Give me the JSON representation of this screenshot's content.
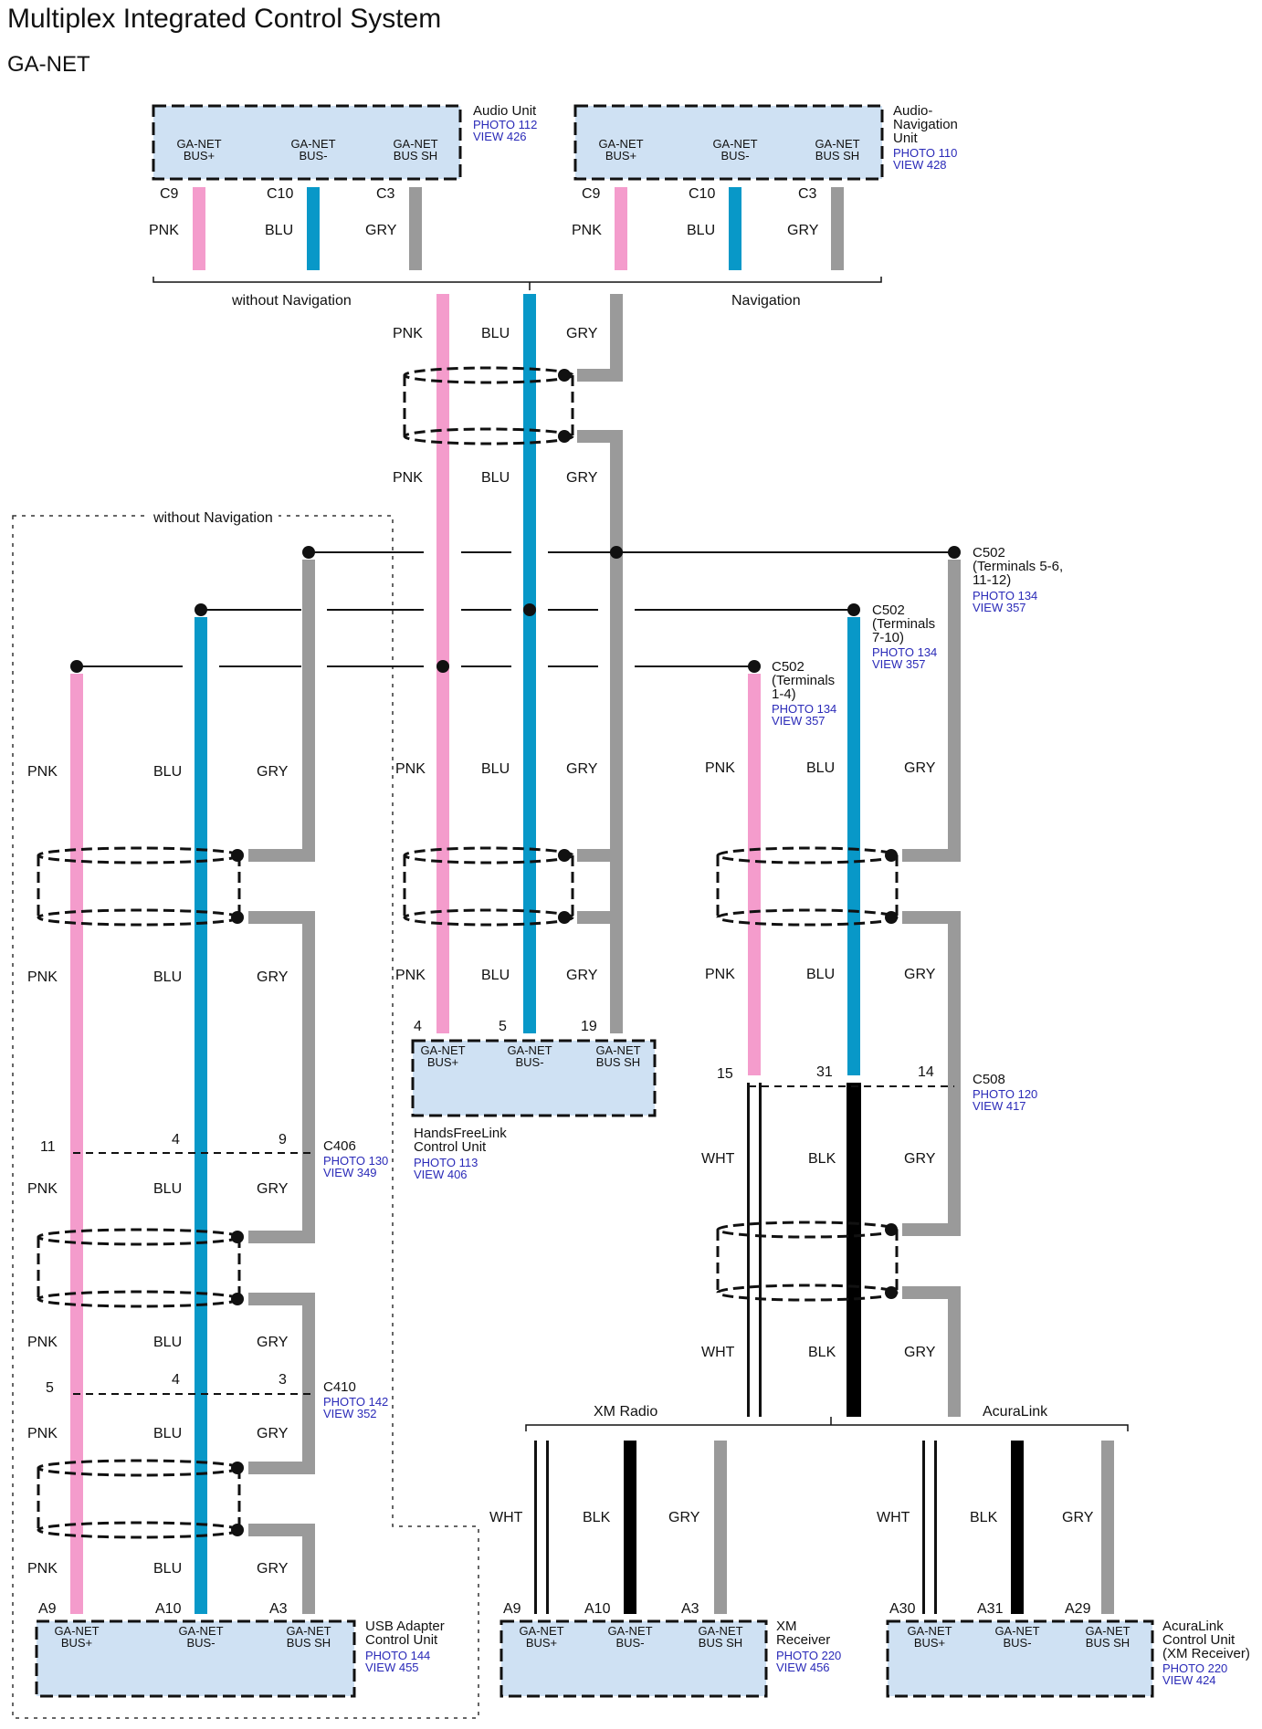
{
  "title": "Multiplex Integrated Control System",
  "subtitle": "GA-NET",
  "colors": {
    "PNK": "#f49ccc",
    "BLU": "#0898c8",
    "GRY": "#9a9a9a",
    "WHT": "#ffffff",
    "BLK": "#000000",
    "box_fill": "#cfe1f3",
    "link": "#2a2ab8"
  },
  "wire_labels": {
    "pnk": "PNK",
    "blu": "BLU",
    "gry": "GRY",
    "wht": "WHT",
    "blk": "BLK"
  },
  "pins": {
    "bus_plus": "GA-NET\nBUS+",
    "bus_minus": "GA-NET\nBUS-",
    "bus_sh": "GA-NET\nBUS SH"
  },
  "components": {
    "audio_unit": {
      "name": [
        "Audio Unit"
      ],
      "photo": "PHOTO 112",
      "view": "VIEW 426",
      "connectors": [
        "C9",
        "C10",
        "C3"
      ]
    },
    "audio_nav_unit": {
      "name": [
        "Audio-",
        "Navigation",
        "Unit"
      ],
      "photo": "PHOTO 110",
      "view": "VIEW 428",
      "connectors": [
        "C9",
        "C10",
        "C3"
      ]
    },
    "hfl": {
      "name": [
        "HandsFreeLink",
        "Control Unit"
      ],
      "photo": "PHOTO 113",
      "view": "VIEW 406",
      "terminals": [
        "4",
        "5",
        "19"
      ]
    },
    "usb": {
      "name": [
        "USB Adapter",
        "Control Unit"
      ],
      "photo": "PHOTO 144",
      "view": "VIEW 455",
      "terminals": [
        "A9",
        "A10",
        "A3"
      ]
    },
    "xm": {
      "name": [
        "XM",
        "Receiver"
      ],
      "photo": "PHOTO 220",
      "view": "VIEW 456",
      "terminals": [
        "A9",
        "A10",
        "A3"
      ]
    },
    "acuralink": {
      "name": [
        "AcuraLink",
        "Control Unit",
        "(XM Receiver)"
      ],
      "photo": "PHOTO 220",
      "view": "VIEW 424",
      "terminals": [
        "A30",
        "A31",
        "A29"
      ]
    }
  },
  "connectors": {
    "c502a": {
      "name": [
        "C502",
        "(Terminals 5-6,",
        "11-12)"
      ],
      "photo": "PHOTO 134",
      "view": "VIEW 357"
    },
    "c502b": {
      "name": [
        "C502",
        "(Terminals",
        "7-10)"
      ],
      "photo": "PHOTO 134",
      "view": "VIEW 357"
    },
    "c502c": {
      "name": [
        "C502",
        "(Terminals",
        "1-4)"
      ],
      "photo": "PHOTO 134",
      "view": "VIEW 357"
    },
    "c508": {
      "name": [
        "C508"
      ],
      "photo": "PHOTO 120",
      "view": "VIEW 417",
      "terminals": [
        "15",
        "31",
        "14"
      ]
    },
    "c406": {
      "name": [
        "C406"
      ],
      "photo": "PHOTO 130",
      "view": "VIEW 349",
      "terminals": [
        "11",
        "4",
        "9"
      ]
    },
    "c410": {
      "name": [
        "C410"
      ],
      "photo": "PHOTO 142",
      "view": "VIEW 352",
      "terminals": [
        "5",
        "4",
        "3"
      ]
    }
  },
  "variants": {
    "without_nav": "without Navigation",
    "nav": "Navigation",
    "xm_radio": "XM Radio",
    "acuralink": "AcuraLink"
  }
}
